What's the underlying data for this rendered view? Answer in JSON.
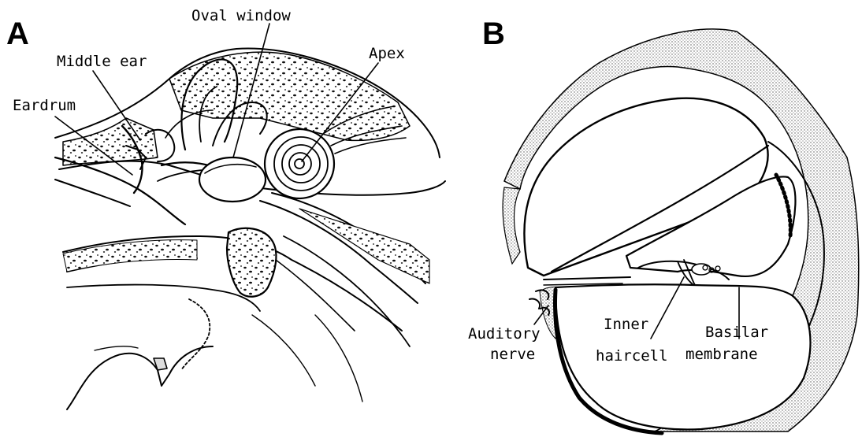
{
  "panels": {
    "a": {
      "letter": "A",
      "labels": {
        "oval_window": "Oval window",
        "middle_ear": "Middle ear",
        "eardrum": "Eardrum",
        "apex": "Apex"
      }
    },
    "b": {
      "letter": "B",
      "labels": {
        "auditory_line1": "Auditory",
        "auditory_line2": "nerve",
        "inner_line1": "Inner",
        "inner_line2": "haircell",
        "basilar_line1": "Basilar",
        "basilar_line2": "membrane"
      }
    }
  }
}
